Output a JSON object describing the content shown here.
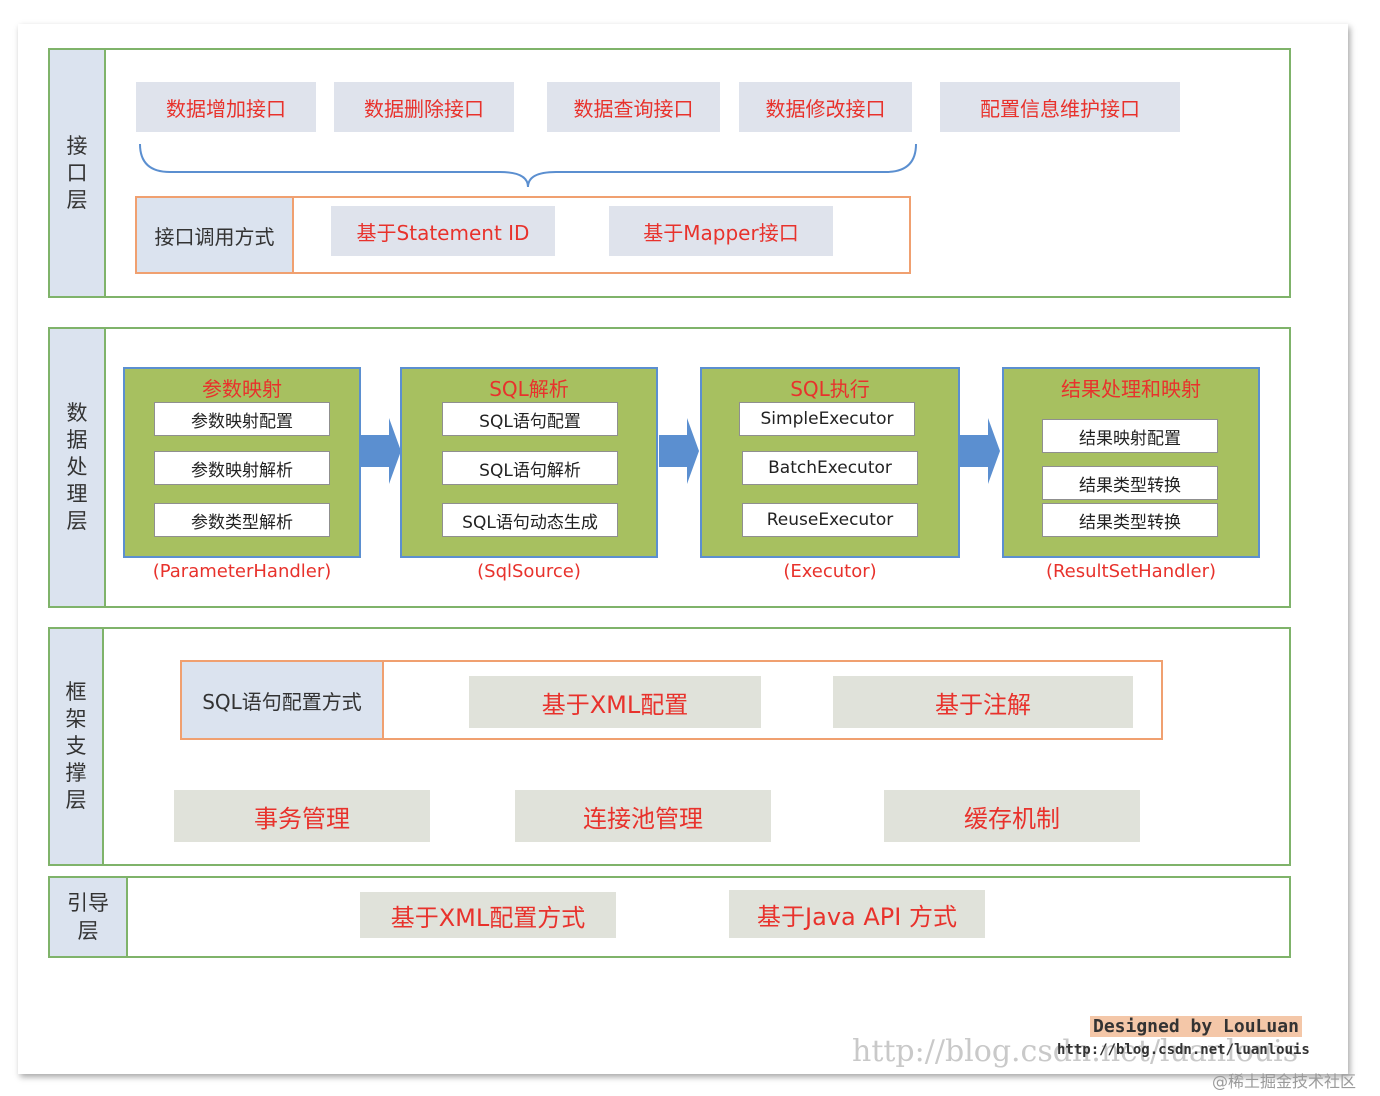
{
  "interface_layer": {
    "label": "接口层",
    "apis": [
      "数据增加接口",
      "数据删除接口",
      "数据查询接口",
      "数据修改接口",
      "配置信息维护接口"
    ],
    "call_method": {
      "label": "接口调用方式",
      "options": [
        "基于Statement ID",
        "基于Mapper接口"
      ]
    }
  },
  "data_layer": {
    "label": "数据处理层",
    "modules": [
      {
        "title": "参数映射",
        "items": [
          "参数映射配置",
          "参数映射解析",
          "参数类型解析"
        ],
        "handler": "(ParameterHandler)"
      },
      {
        "title": "SQL解析",
        "items": [
          "SQL语句配置",
          "SQL语句解析",
          "SQL语句动态生成"
        ],
        "handler": "(SqlSource)"
      },
      {
        "title": "SQL执行",
        "items": [
          "SimpleExecutor",
          "BatchExecutor",
          "ReuseExecutor"
        ],
        "handler": "(Executor)"
      },
      {
        "title": "结果处理和映射",
        "items": [
          "结果映射配置",
          "结果类型转换",
          "结果类型转换"
        ],
        "handler": "(ResultSetHandler)"
      }
    ]
  },
  "framework_layer": {
    "label": "框架支撑层",
    "sql_config": {
      "label": "SQL语句配置方式",
      "options": [
        "基于XML配置",
        "基于注解"
      ]
    },
    "features": [
      "事务管理",
      "连接池管理",
      "缓存机制"
    ]
  },
  "boot_layer": {
    "label": "引导层",
    "options": [
      "基于XML配置方式",
      "基于Java API 方式"
    ]
  },
  "credit": {
    "designed_by": "Designed by LouLuan",
    "url": "http://blog.csdn.net/luanlouis",
    "watermark": "http://blog.csdn.net/luanlouis",
    "community": "@稀土掘金技术社区"
  },
  "colors": {
    "layer_border": "#7fb36a",
    "accent_text": "#e8322c",
    "module_fill": "#a7c060",
    "arrow": "#5b8fd0"
  }
}
